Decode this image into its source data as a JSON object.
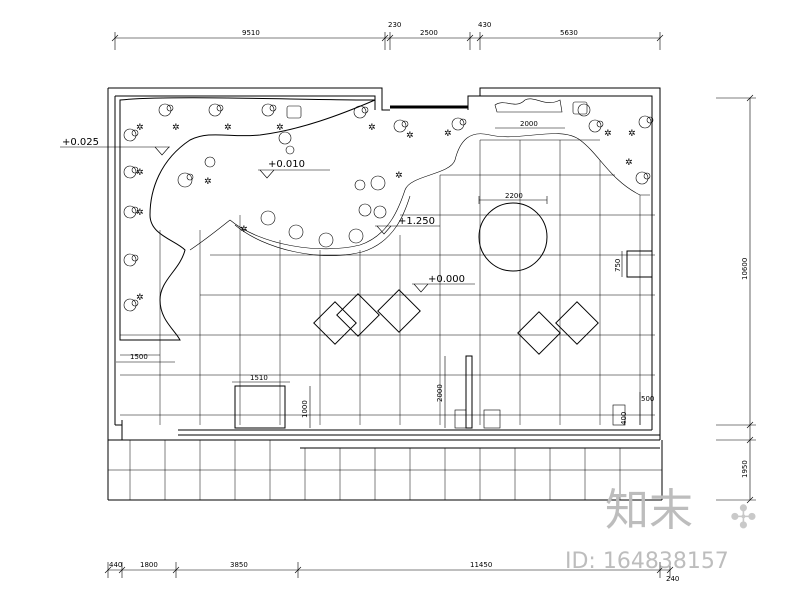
{
  "dimensions": {
    "top": [
      "9510",
      "230",
      "2500",
      "430",
      "5630"
    ],
    "bottom": [
      "440",
      "1800",
      "3850",
      "11450",
      "240"
    ],
    "right": [
      "10600",
      "1950"
    ],
    "inner": {
      "w2000": "2000",
      "w2200": "2200",
      "w1500": "1500",
      "w1510": "1510",
      "h750": "750",
      "h2000": "2000",
      "h1000": "1000",
      "h500": "500",
      "h400": "400"
    }
  },
  "levels": {
    "l1": "+0.025",
    "l2": "+0.010",
    "l3": "+1.250",
    "l4": "+0.000"
  },
  "watermark": {
    "logo": "知末",
    "id": "ID: 164838157"
  }
}
